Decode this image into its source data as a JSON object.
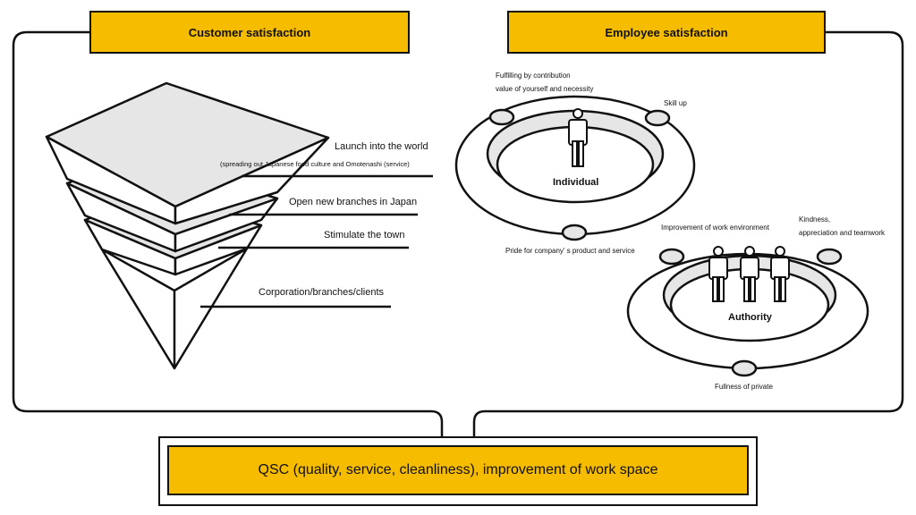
{
  "customer_title": "Customer satisfaction",
  "employee_title": "Employee satisfaction",
  "pyramid": {
    "layer1": "Launch into the world",
    "layer1_sub": "(spreading out Japanese food culture and Omotenashi (service)",
    "layer2": "Open new branches in Japan",
    "layer3": "Stimulate the town",
    "layer4": "Corporation/branches/clients"
  },
  "individual": {
    "center": "Individual",
    "top1": "Fulfilling by contribution",
    "top2": "value of yourself and necessity",
    "right": "Skill up",
    "bottom": "Pride for company’ s product and service"
  },
  "authority": {
    "center": "Authority",
    "left": "Improvement of work environment",
    "right1": "Kindness,",
    "right2": "appreciation and teamwork",
    "bottom": "Fullness of private"
  },
  "bottom_label": "QSC (quality, service, cleanliness), improvement of work space"
}
